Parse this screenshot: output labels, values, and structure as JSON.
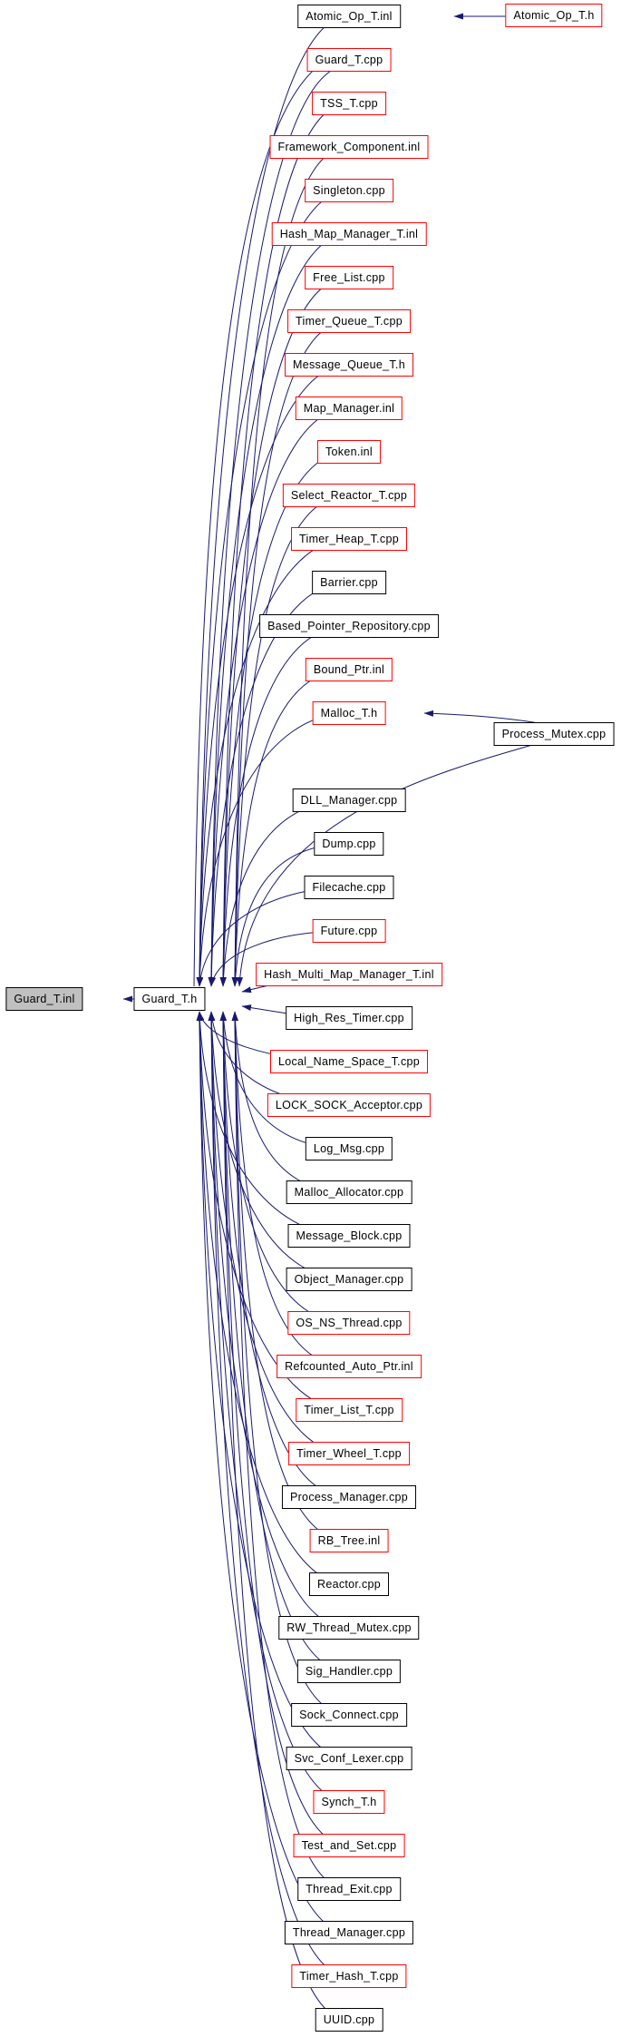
{
  "graph": {
    "title": "Guard_T.inl included-by dependency graph",
    "colors": {
      "edge": "#191970",
      "red_border": "#ff0000",
      "black_border": "#000000",
      "root_fill": "#c0c0c0",
      "background": "#ffffff"
    },
    "root": {
      "label": "Guard_T.inl",
      "border": "black",
      "fill": "gray"
    },
    "hub": {
      "label": "Guard_T.h",
      "border": "black",
      "fill": "white"
    },
    "right_nodes": [
      {
        "label": "Atomic_Op_T.inl",
        "border": "black",
        "row": 0
      },
      {
        "label": "Guard_T.cpp",
        "border": "red",
        "row": 1
      },
      {
        "label": "TSS_T.cpp",
        "border": "red",
        "row": 2
      },
      {
        "label": "Framework_Component.inl",
        "border": "red",
        "row": 3
      },
      {
        "label": "Singleton.cpp",
        "border": "red",
        "row": 4
      },
      {
        "label": "Hash_Map_Manager_T.inl",
        "border": "red",
        "row": 5
      },
      {
        "label": "Free_List.cpp",
        "border": "red",
        "row": 6
      },
      {
        "label": "Timer_Queue_T.cpp",
        "border": "red",
        "row": 7
      },
      {
        "label": "Message_Queue_T.h",
        "border": "red",
        "row": 8
      },
      {
        "label": "Map_Manager.inl",
        "border": "red",
        "row": 9
      },
      {
        "label": "Token.inl",
        "border": "red",
        "row": 10
      },
      {
        "label": "Select_Reactor_T.cpp",
        "border": "red",
        "row": 11
      },
      {
        "label": "Timer_Heap_T.cpp",
        "border": "red",
        "row": 12
      },
      {
        "label": "Barrier.cpp",
        "border": "black",
        "row": 13
      },
      {
        "label": "Based_Pointer_Repository.cpp",
        "border": "black",
        "row": 14
      },
      {
        "label": "Bound_Ptr.inl",
        "border": "red",
        "row": 15
      },
      {
        "label": "Malloc_T.h",
        "border": "red",
        "row": 16
      },
      {
        "label": "DLL_Manager.cpp",
        "border": "black",
        "row": 18
      },
      {
        "label": "Dump.cpp",
        "border": "black",
        "row": 19
      },
      {
        "label": "Filecache.cpp",
        "border": "black",
        "row": 20
      },
      {
        "label": "Future.cpp",
        "border": "red",
        "row": 21
      },
      {
        "label": "Hash_Multi_Map_Manager_T.inl",
        "border": "red",
        "row": 22
      },
      {
        "label": "High_Res_Timer.cpp",
        "border": "black",
        "row": 23
      },
      {
        "label": "Local_Name_Space_T.cpp",
        "border": "red",
        "row": 24
      },
      {
        "label": "LOCK_SOCK_Acceptor.cpp",
        "border": "red",
        "row": 25
      },
      {
        "label": "Log_Msg.cpp",
        "border": "black",
        "row": 26
      },
      {
        "label": "Malloc_Allocator.cpp",
        "border": "black",
        "row": 27
      },
      {
        "label": "Message_Block.cpp",
        "border": "black",
        "row": 28
      },
      {
        "label": "Object_Manager.cpp",
        "border": "black",
        "row": 29
      },
      {
        "label": "OS_NS_Thread.cpp",
        "border": "red",
        "row": 30
      },
      {
        "label": "Refcounted_Auto_Ptr.inl",
        "border": "red",
        "row": 31
      },
      {
        "label": "Timer_List_T.cpp",
        "border": "red",
        "row": 32
      },
      {
        "label": "Timer_Wheel_T.cpp",
        "border": "red",
        "row": 33
      },
      {
        "label": "Process_Manager.cpp",
        "border": "black",
        "row": 34
      },
      {
        "label": "RB_Tree.inl",
        "border": "red",
        "row": 35
      },
      {
        "label": "Reactor.cpp",
        "border": "black",
        "row": 36
      },
      {
        "label": "RW_Thread_Mutex.cpp",
        "border": "black",
        "row": 37
      },
      {
        "label": "Sig_Handler.cpp",
        "border": "black",
        "row": 38
      },
      {
        "label": "Sock_Connect.cpp",
        "border": "black",
        "row": 39
      },
      {
        "label": "Svc_Conf_Lexer.cpp",
        "border": "black",
        "row": 40
      },
      {
        "label": "Synch_T.h",
        "border": "red",
        "row": 41
      },
      {
        "label": "Test_and_Set.cpp",
        "border": "red",
        "row": 42
      },
      {
        "label": "Thread_Exit.cpp",
        "border": "black",
        "row": 43
      },
      {
        "label": "Thread_Manager.cpp",
        "border": "black",
        "row": 44
      },
      {
        "label": "Timer_Hash_T.cpp",
        "border": "red",
        "row": 45
      },
      {
        "label": "UUID.cpp",
        "border": "black",
        "row": 46
      }
    ],
    "far_nodes": [
      {
        "label": "Atomic_Op_T.h",
        "border": "red",
        "row": 0
      },
      {
        "label": "Process_Mutex.cpp",
        "border": "black",
        "row": 16.5
      }
    ],
    "edges": {
      "all_right_nodes_point_to_hub": true,
      "special": [
        {
          "from": "Guard_T.h",
          "to": "Guard_T.inl"
        },
        {
          "from": "Guard_T.h",
          "to": "Guard_T.cpp"
        },
        {
          "from": "Atomic_Op_T.h",
          "to": "Atomic_Op_T.inl"
        },
        {
          "from": "Process_Mutex.cpp",
          "to": "Malloc_T.h"
        },
        {
          "from": "Process_Mutex.cpp",
          "to": "Guard_T.h"
        }
      ]
    }
  }
}
